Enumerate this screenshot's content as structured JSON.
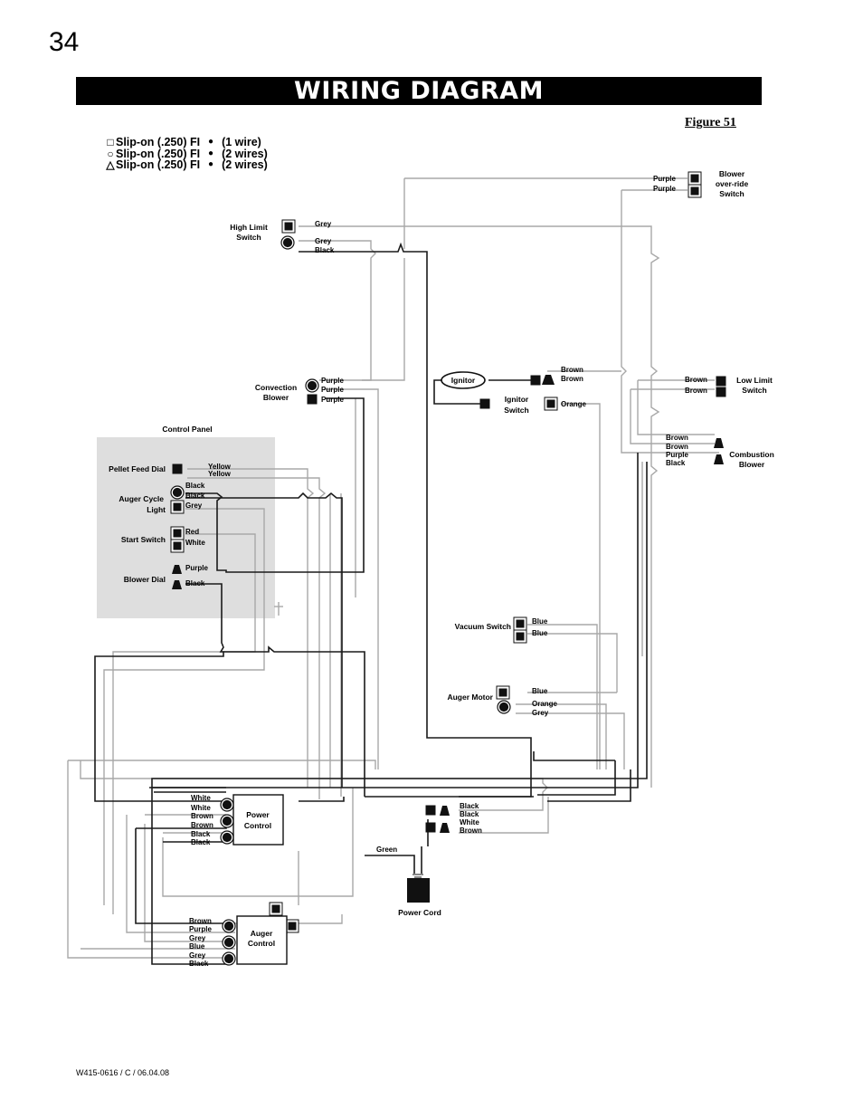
{
  "page": {
    "number": "34",
    "title": "WIRING DIAGRAM",
    "figure": "Figure 51",
    "footer": "W415-0616 / C / 06.04.08"
  },
  "legend": [
    {
      "shape": "square-icon",
      "glyph": "□",
      "text": "Slip-on (.250) FI",
      "suffix": "(1 wire)"
    },
    {
      "shape": "circle-icon",
      "glyph": "○",
      "text": "Slip-on (.250) FI",
      "suffix": "(2 wires)"
    },
    {
      "shape": "triangle-icon",
      "glyph": "△",
      "text": "Slip-on (.250) FI",
      "suffix": "(2 wires)"
    }
  ],
  "components": {
    "high_limit": [
      "High Limit",
      "Switch"
    ],
    "blower_override": [
      "Blower",
      "over-ride",
      "Switch"
    ],
    "convection_blower": [
      "Convection",
      "Blower"
    ],
    "ignitor": "Ignitor",
    "ignitor_switch": [
      "Ignitor",
      "Switch"
    ],
    "low_limit": [
      "Low Limit",
      "Switch"
    ],
    "combustion_blower": [
      "Combustion",
      "Blower"
    ],
    "control_panel": "Control Panel",
    "pellet_feed_dial": "Pellet Feed Dial",
    "auger_cycle_light": [
      "Auger Cycle",
      "Light"
    ],
    "start_switch": "Start Switch",
    "blower_dial": "Blower Dial",
    "vacuum_switch": "Vacuum Switch",
    "auger_motor": "Auger Motor",
    "power_control": [
      "Power",
      "Control"
    ],
    "power_cord": "Power Cord",
    "auger_control": [
      "Auger",
      "Control"
    ]
  },
  "wire_labels": {
    "high_limit": [
      "Grey",
      "Grey",
      "Black"
    ],
    "blower_override": [
      "Purple",
      "Purple"
    ],
    "convection_blower": [
      "Purple",
      "Purple",
      "Purple"
    ],
    "ignitor": [
      "Brown",
      "Brown"
    ],
    "ignitor_switch": [
      "Orange"
    ],
    "low_limit": [
      "Brown",
      "Brown"
    ],
    "combustion_blower": [
      "Brown",
      "Brown",
      "Purple",
      "Black"
    ],
    "pellet_feed_dial": [
      "Yellow",
      "Yellow"
    ],
    "auger_cycle_light": [
      "Black",
      "Black",
      "Grey"
    ],
    "start_switch": [
      "Red",
      "White"
    ],
    "blower_dial": [
      "Purple",
      "Black"
    ],
    "vacuum_switch": [
      "Blue",
      "Blue"
    ],
    "auger_motor": [
      "Blue",
      "Orange",
      "Grey"
    ],
    "power_control": [
      "White",
      "White",
      "Brown",
      "Brown",
      "Black",
      "Black"
    ],
    "power_cord_green": [
      "Green"
    ],
    "power_cord": [
      "Black",
      "Black",
      "White",
      "Brown"
    ],
    "auger_control": [
      "Brown",
      "Purple",
      "Grey",
      "Blue",
      "Grey",
      "Black"
    ]
  },
  "colors": {
    "black_wire": "#1a1a1a",
    "grey_wire": "#a8a8a8",
    "panel_bg": "#dedede"
  }
}
